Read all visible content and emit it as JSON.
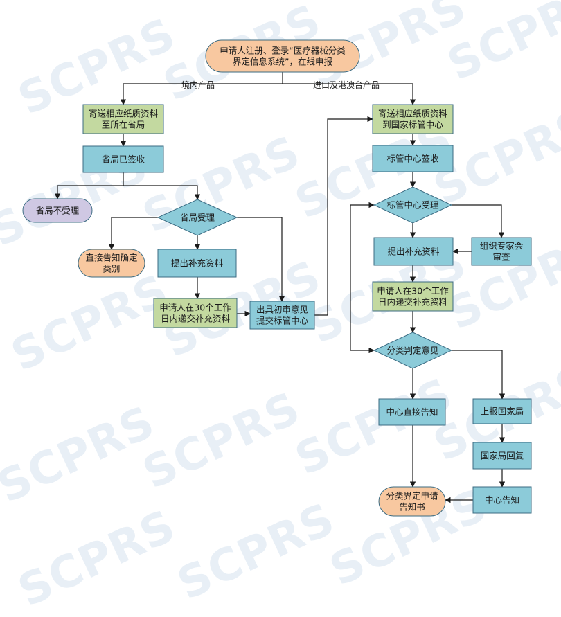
{
  "watermark": {
    "text": "SCPRS"
  },
  "colors": {
    "process": "#8ccbd9",
    "process_green": "#c3d9a0",
    "terminal_orange": "#f8c8a0",
    "terminal_purple": "#cfc8e3",
    "decision": "#8ccbd9",
    "stroke": "#3b6b82",
    "line": "#1a1a1a"
  },
  "nodes": {
    "start": [
      "申请人注册、登录“医疗器械分类",
      "界定信息系统”，在线申报"
    ],
    "prov_send": [
      "寄送相应纸质资料",
      "至所在省局"
    ],
    "prov_sign": [
      "省局已签收"
    ],
    "prov_reject": [
      "省局不受理"
    ],
    "prov_accept": [
      "省局受理"
    ],
    "direct_notify": [
      "直接告知确定",
      "类别"
    ],
    "prov_supp": [
      "提出补充资料"
    ],
    "prov_submit30": [
      "申请人在30个工作",
      "日内递交补充资料"
    ],
    "prov_opinion": [
      "出具初审意见",
      "提交标管中心"
    ],
    "nat_send": [
      "寄送相应纸质资料",
      "到国家标管中心"
    ],
    "nat_sign": [
      "标管中心签收"
    ],
    "nat_accept": [
      "标管中心受理"
    ],
    "nat_supp": [
      "提出补充资料"
    ],
    "expert": [
      "组织专家会",
      "审查"
    ],
    "nat_submit30": [
      "申请人在30个工作",
      "日内递交补充资料"
    ],
    "classify": [
      "分类判定意见"
    ],
    "center_notify": [
      "中心直接告知"
    ],
    "report_nmpa": [
      "上报国家局"
    ],
    "nmpa_reply": [
      "国家局回复"
    ],
    "center_inform": [
      "中心告知"
    ],
    "final_notice": [
      "分类界定申请",
      "告知书"
    ]
  },
  "edge_labels": {
    "domestic": "境内产品",
    "imported": "进口及港澳台产品"
  }
}
